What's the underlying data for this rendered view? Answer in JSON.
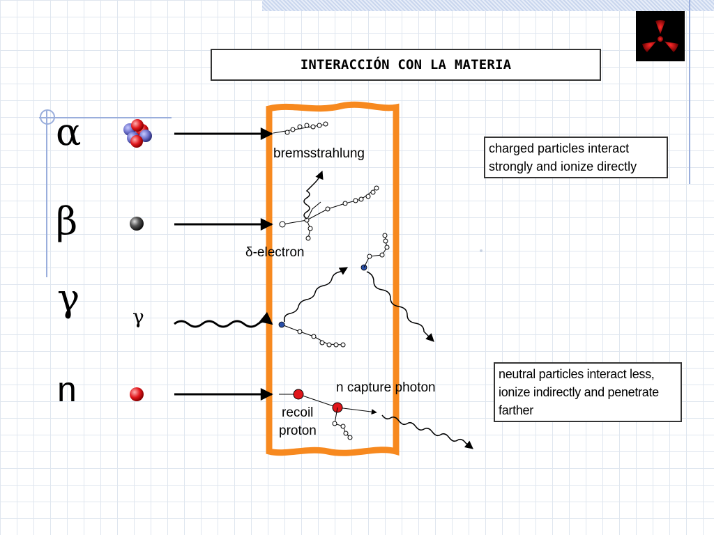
{
  "title": "INTERACCIÓN CON LA MATERIA",
  "particles": [
    {
      "symbol": "α"
    },
    {
      "symbol": "β"
    },
    {
      "symbol": "γ",
      "glyph": "γ"
    },
    {
      "symbol": "n"
    }
  ],
  "labels": {
    "bremsstrahlung": "bremsstrahlung",
    "delta_electron": "δ-electron",
    "n_capture_photon": "n capture photon",
    "recoil": "recoil",
    "proton": "proton"
  },
  "notes": {
    "charged": "charged particles interact strongly and ionize directly",
    "neutral": "neutral particles interact less, ionize indirectly and penetrate farther"
  },
  "colors": {
    "slab": "#f7891f",
    "proton_red": "#e0161b",
    "electron_blue": "#2a4fa8",
    "neutron_blue": "#6a6ec9",
    "grid": "#dfe6ef"
  },
  "icons": {
    "radiation": "radiation-trefoil-icon"
  }
}
